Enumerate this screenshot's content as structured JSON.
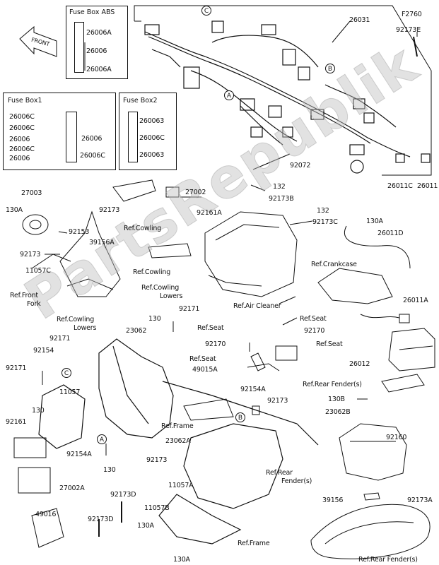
{
  "watermark": "PartsRepublik",
  "diagram_code": "F2760",
  "front_label": "FRONT",
  "fuse_box_abs": {
    "title": "Fuse Box ABS",
    "parts": [
      "26006A",
      "26006",
      "26006A"
    ]
  },
  "fuse_box1": {
    "title": "Fuse Box1",
    "left_parts": [
      "26006C",
      "26006C",
      "26006",
      "26006C",
      "26006"
    ],
    "right_parts": [
      "26006",
      "26006C"
    ]
  },
  "fuse_box2": {
    "title": "Fuse Box2",
    "parts": [
      "260063",
      "26006C",
      "260063"
    ]
  },
  "callouts": [
    "C",
    "A",
    "B",
    "C",
    "A",
    "B"
  ],
  "labels": {
    "p26031": "26031",
    "p92173E": "92173E",
    "p92072": "92072",
    "p26011C": "26011C",
    "p26011": "26011",
    "p27003": "27003",
    "p130A_1": "130A",
    "p92153": "92153",
    "p39156A": "39156A",
    "p92173_1": "92173",
    "p11057C": "11057C",
    "ref_front_fork": "Ref.Front",
    "ref_front_fork2": "Fork",
    "ref_cowling_lowers_1": "Ref.Cowling",
    "ref_cowling_lowers_1b": "Lowers",
    "p92171_1": "92171",
    "p92173_2": "92173",
    "ref_cowling_1": "Ref.Cowling",
    "p27002": "27002",
    "p92161A": "92161A",
    "ref_cowling_2": "Ref.Cowling",
    "ref_cowling_lowers_2": "Ref.Cowling",
    "ref_cowling_lowers_2b": "Lowers",
    "p92171_2": "92171",
    "p132_1": "132",
    "p92173B": "92173B",
    "p132_2": "132",
    "p92173C": "92173C",
    "p130A_2": "130A",
    "p26011D": "26011D",
    "ref_crankcase": "Ref.Crankcase",
    "ref_air_cleaner": "Ref.Air Cleaner",
    "p26011A": "26011A",
    "p130_1": "130",
    "p23062": "23062",
    "ref_seat_1": "Ref.Seat",
    "p92170_1": "92170",
    "ref_seat_2": "Ref.Seat",
    "p92170_2": "92170",
    "ref_seat_3": "Ref.Seat",
    "ref_seat_4": "Ref.Seat",
    "p49015A": "49015A",
    "p26012": "26012",
    "ref_rear_fender_1": "Ref.Rear Fender(s)",
    "p92154": "92154",
    "p92171_3": "92171",
    "p11057": "11057",
    "p130_2": "130",
    "p92161": "92161",
    "p92154A_1": "92154A",
    "p92173_3": "92173",
    "p130B": "130B",
    "p23062B": "23062B",
    "p92160": "92160",
    "ref_frame_1": "Ref.Frame",
    "p23062A": "23062A",
    "p92154A_2": "92154A",
    "p130_3": "130",
    "p92173_4": "92173",
    "p27002A": "27002A",
    "p92173D_1": "92173D",
    "p11057A": "11057A",
    "p11057B": "11057B",
    "ref_rear_fender_2": "Ref.Rear",
    "ref_rear_fender_2b": "Fender(s)",
    "p39156": "39156",
    "p92173A": "92173A",
    "p49016": "49016",
    "p92173D_2": "92173D",
    "p130A_3": "130A",
    "p130A_4": "130A",
    "ref_frame_2": "Ref.Frame",
    "ref_rear_fender_3": "Ref.Rear Fender(s)"
  }
}
